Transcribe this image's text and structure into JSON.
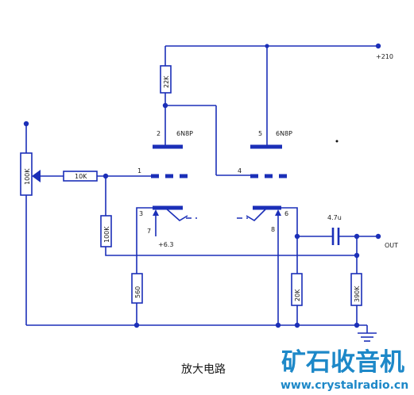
{
  "tube": "6N8P",
  "labels": {
    "supply": "+210",
    "output": "OUT",
    "heater": "+6.3",
    "caption": "放大电路"
  },
  "resistors": {
    "r_plate1": "22K",
    "r_pot": "100K",
    "r_in": "10K",
    "r_grid": "100K",
    "r_cath1": "560",
    "r_cath2": "20K",
    "r_load": "390K"
  },
  "capacitor": "4.7u",
  "pins": {
    "p1": "1",
    "p2": "2",
    "p3": "3",
    "p4": "4",
    "p5": "5",
    "p6": "6",
    "p7": "7",
    "p8": "8"
  },
  "watermark": {
    "title": "矿石收音机",
    "url": "www.crystalradio.cn"
  }
}
